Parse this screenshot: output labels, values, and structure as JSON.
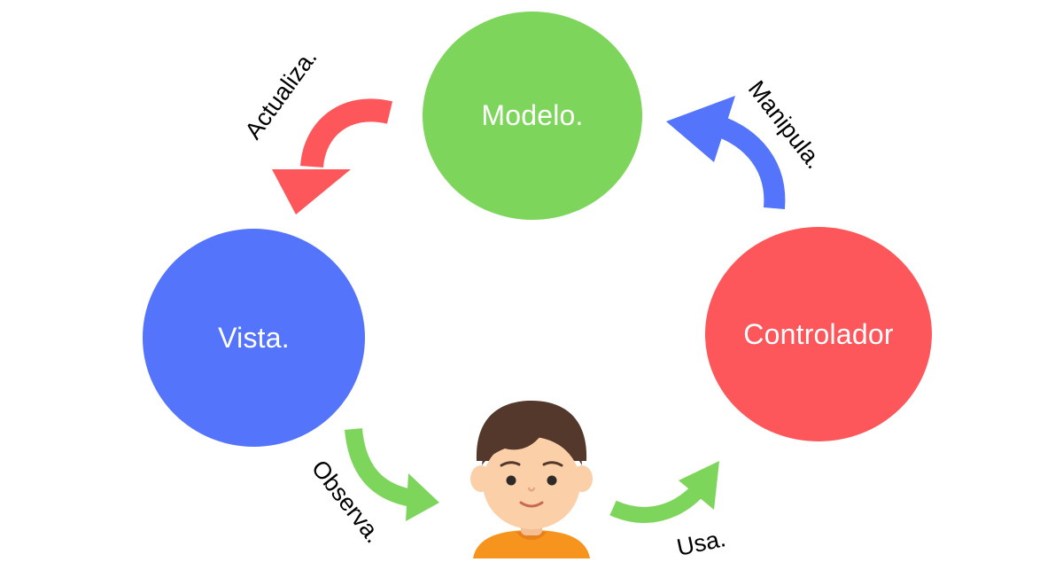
{
  "nodes": {
    "modelo": {
      "label": "Modelo.",
      "color": "#7dd65b"
    },
    "vista": {
      "label": "Vista.",
      "color": "#5374fb"
    },
    "controlador": {
      "label": "Controlador",
      "color": "#fd575b"
    }
  },
  "edges": {
    "actualiza": {
      "label": "Actualiza.",
      "color": "#fd575b",
      "from": "Modelo.",
      "to": "Vista."
    },
    "manipula": {
      "label": "Manipula.",
      "color": "#5374fb",
      "from": "Controlador",
      "to": "Modelo."
    },
    "observa": {
      "label": "Observa.",
      "color": "#7dd65b",
      "from": "Vista.",
      "to": "user"
    },
    "usa": {
      "label": "Usa.",
      "color": "#7dd65b",
      "from": "user",
      "to": "Controlador"
    }
  },
  "user": {
    "icon": "user-avatar-icon",
    "hair_color": "#53382b",
    "skin_color": "#fbd0a9",
    "shirt_color": "#f7941d"
  }
}
